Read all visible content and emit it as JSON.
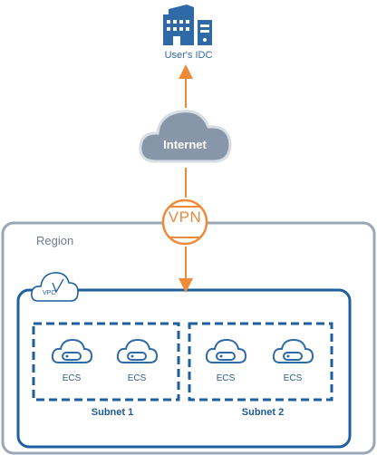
{
  "idc": {
    "label": "User's IDC",
    "icon": "building-icon"
  },
  "internet": {
    "label": "Internet",
    "icon": "cloud-icon"
  },
  "vpn": {
    "label": "VPN",
    "icon": "vpn-gateway-icon"
  },
  "region": {
    "label": "Region"
  },
  "vpc": {
    "label": "VPC",
    "icon": "vpc-cloud-icon"
  },
  "subnets": [
    {
      "label": "Subnet 1",
      "ecs": [
        "ECS",
        "ECS"
      ]
    },
    {
      "label": "Subnet 2",
      "ecs": [
        "ECS",
        "ECS"
      ]
    }
  ],
  "colors": {
    "accent_orange": "#ee8a3a",
    "primary_blue": "#1f5f9e",
    "cloud_gray": "#7f8ea0",
    "region_border": "#9aa7b5"
  }
}
